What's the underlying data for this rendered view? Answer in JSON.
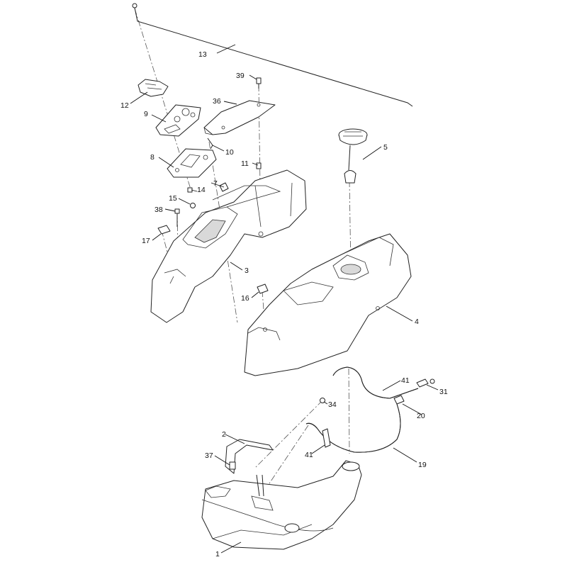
{
  "callouts": {
    "c1": "1",
    "c2": "2",
    "c3": "3",
    "c4": "4",
    "c5": "5",
    "c7": "7",
    "c8": "8",
    "c9": "9",
    "c10": "10",
    "c11": "11",
    "c12": "12",
    "c13": "13",
    "c14": "14",
    "c15": "15",
    "c16": "16",
    "c17": "17",
    "c19": "19",
    "c20": "20",
    "c31": "31",
    "c34": "34",
    "c36": "36",
    "c37": "37",
    "c38": "38",
    "c39": "39",
    "c41a": "41",
    "c41b": "41"
  }
}
